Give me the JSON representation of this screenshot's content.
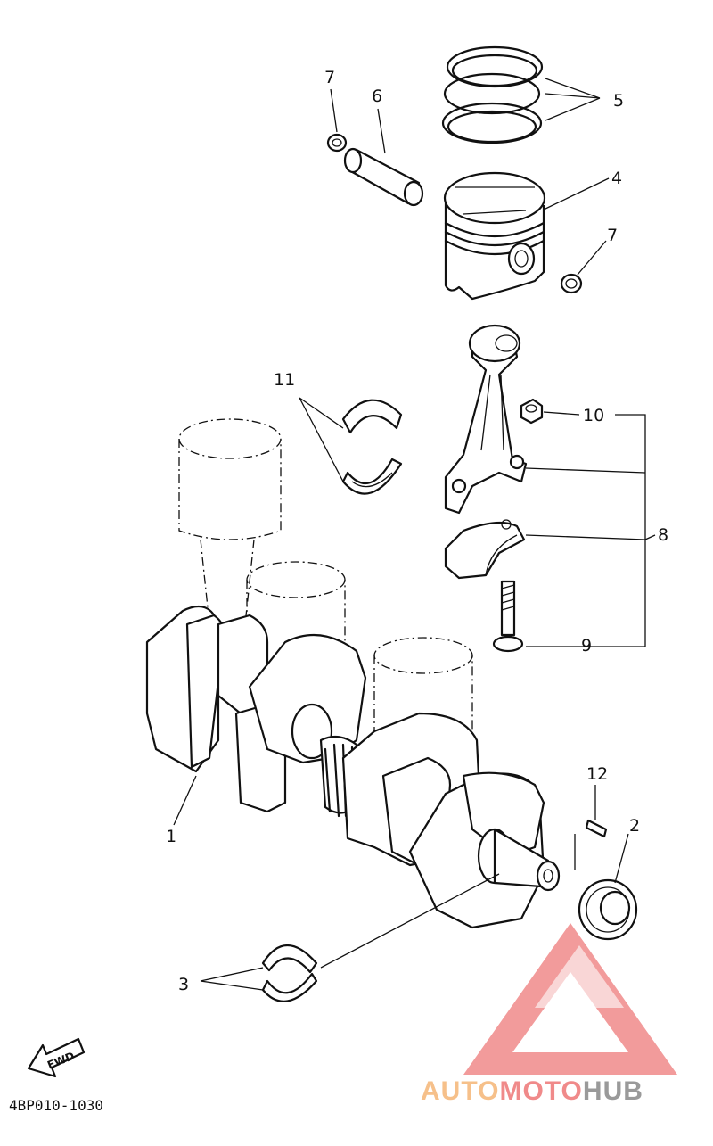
{
  "callouts": {
    "c1": "1",
    "c2": "2",
    "c3": "3",
    "c4": "4",
    "c5": "5",
    "c6": "6",
    "c7a": "7",
    "c7b": "7",
    "c8": "8",
    "c9": "9",
    "c10": "10",
    "c11": "11",
    "c12": "12"
  },
  "arrow_label": "FWD",
  "diagram_code": "4BP010-1030",
  "watermark": {
    "part1": "AUTO",
    "part2": "MOTO",
    "part3": "HUB",
    "colors": {
      "triangle": "#f08a8a",
      "auto": "#f6c08a",
      "moto": "#f08a8a",
      "hub": "#9a9a9a"
    }
  }
}
